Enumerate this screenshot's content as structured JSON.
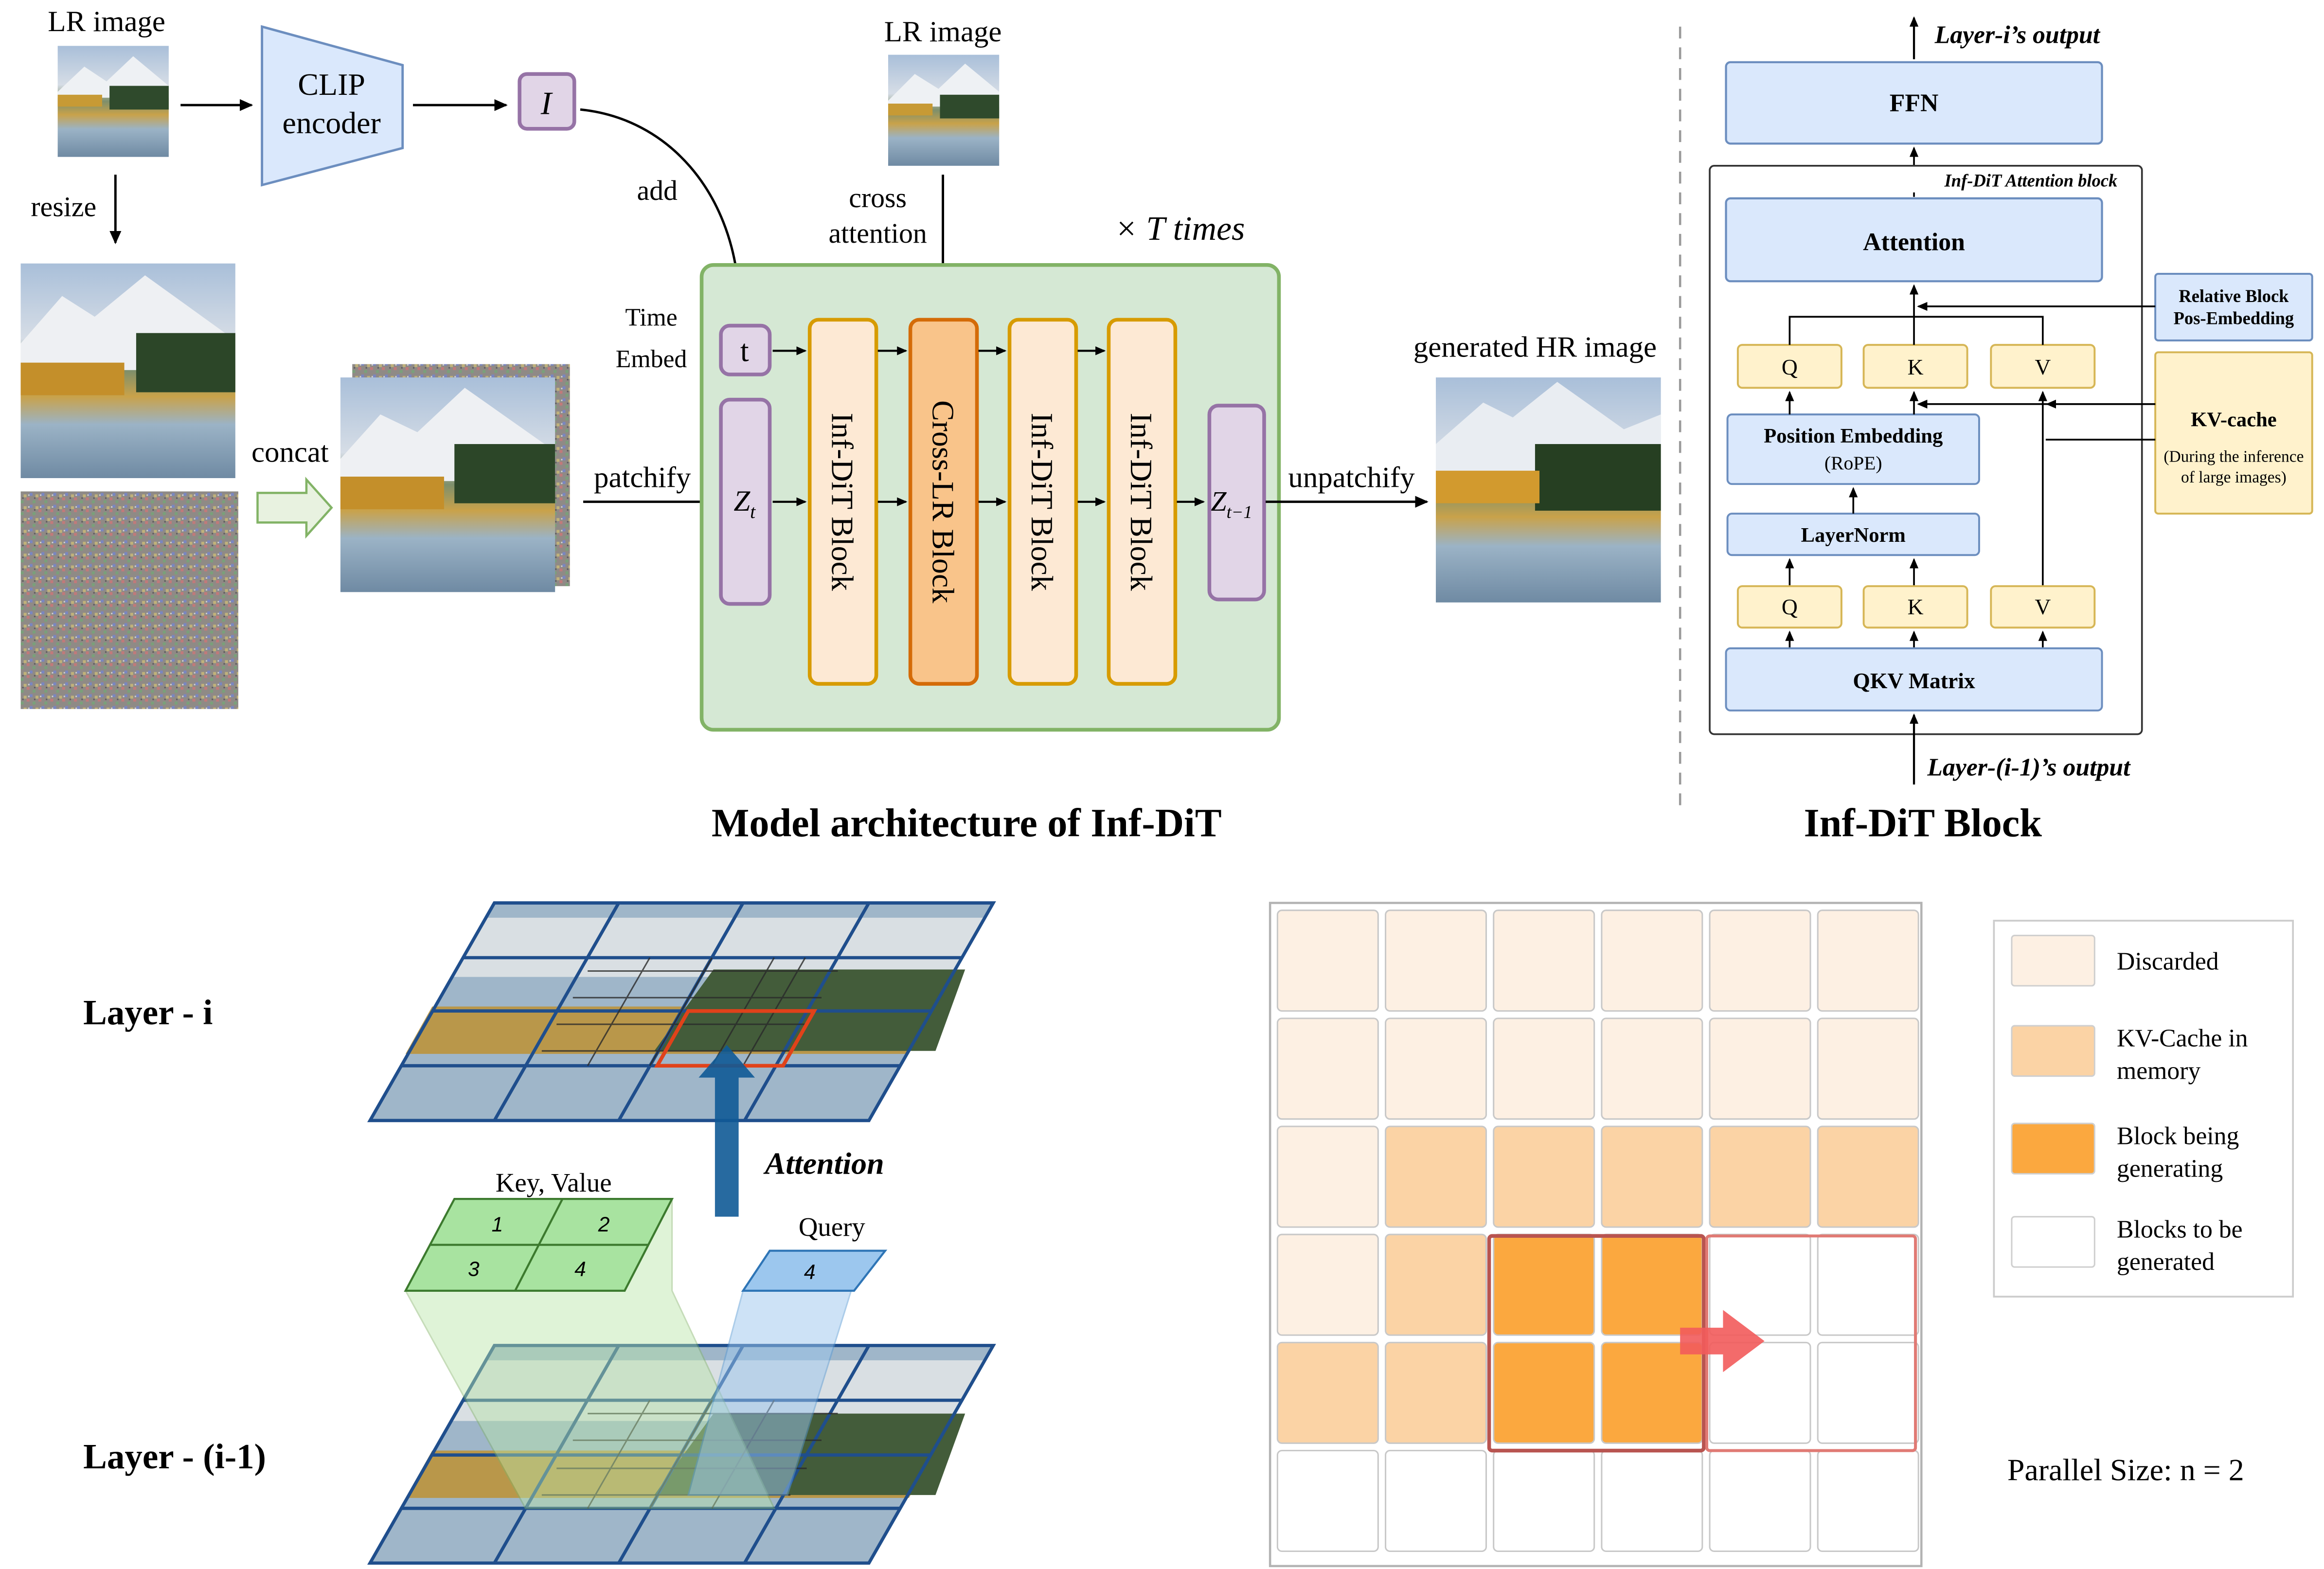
{
  "top_left": {
    "lr_image_label": "LR image",
    "clip_encoder": [
      "CLIP",
      "encoder"
    ],
    "image_token": "I",
    "resize_label": "resize",
    "concat_label": "concat",
    "add_label": "add",
    "lr_image_label_2": "LR image",
    "cross_attention_label": [
      "cross",
      "attention"
    ],
    "times_label": "× T times",
    "time_embed_label": [
      "Time",
      "Embed"
    ],
    "t_token": "t",
    "patchify_label": "patchify",
    "unpatchify_label": "unpatchify",
    "zt_label": "Z",
    "zt_sub": "t",
    "zt1_label": "Z",
    "zt1_sub": "t−1",
    "blocks": [
      "Inf-DiT Block",
      "Cross-LR Block",
      "Inf-DiT Block",
      "Inf-DiT Block"
    ],
    "generated_label": "generated HR image",
    "caption": "Model architecture of Inf-DiT"
  },
  "top_right": {
    "layer_i_output": "Layer-i’s output",
    "ffn": "FFN",
    "attention_block_title": "Inf-DiT Attention block",
    "attention": "Attention",
    "relative_pos": [
      "Relative Block",
      "Pos-Embedding"
    ],
    "q": "Q",
    "k": "K",
    "v": "V",
    "kv_cache": "KV-cache",
    "kv_cache_note": [
      "(During the inference",
      "of large images)"
    ],
    "position_embedding": "Position Embedding",
    "rope": "(RoPE)",
    "layernorm": "LayerNorm",
    "qkv_matrix": "QKV Matrix",
    "layer_prev_output": "Layer-(i-1)’s output",
    "caption": "Inf-DiT Block"
  },
  "bottom_left": {
    "layer_i": "Layer - i",
    "layer_prev": "Layer - (i-1)",
    "attention": "Attention",
    "key_value": "Key, Value",
    "query": "Query",
    "kv_numbers": [
      "1",
      "2",
      "3",
      "4"
    ],
    "query_number": "4"
  },
  "bottom_right": {
    "grid_states": [
      [
        "discarded",
        "discarded",
        "discarded",
        "discarded",
        "discarded",
        "discarded"
      ],
      [
        "discarded",
        "discarded",
        "discarded",
        "discarded",
        "discarded",
        "discarded"
      ],
      [
        "discarded",
        "kv",
        "kv",
        "kv",
        "kv",
        "kv"
      ],
      [
        "discarded",
        "kv",
        "gen",
        "gen",
        "todo",
        "todo"
      ],
      [
        "kv",
        "kv",
        "gen",
        "gen",
        "todo",
        "todo"
      ],
      [
        "todo",
        "todo",
        "todo",
        "todo",
        "todo",
        "todo"
      ]
    ],
    "legend": [
      {
        "key": "discarded",
        "label": [
          "Discarded"
        ],
        "color": "#fdf0e3"
      },
      {
        "key": "kv",
        "label": [
          "KV-Cache in",
          "memory"
        ],
        "color": "#fbd3a5"
      },
      {
        "key": "gen",
        "label": [
          "Block being",
          "generating"
        ],
        "color": "#fba83f"
      },
      {
        "key": "todo",
        "label": [
          "Blocks to be",
          "generated"
        ],
        "color": "#ffffff"
      }
    ],
    "parallel_size": "Parallel Size: n = 2"
  },
  "colors": {
    "green_panel": "#d5e8d4",
    "green_border": "#82b366",
    "block_fill": "#fde9d4",
    "block_border": "#d79b00",
    "cross_fill": "#f9c48a",
    "cross_border": "#d46b08",
    "purple_fill": "#e1d5e7",
    "purple_border": "#9673a6",
    "blue_fill": "#dae8fc",
    "blue_border": "#6c8ebf",
    "yellow_fill": "#fff2cc",
    "yellow_border": "#d6b656",
    "grid_border": "#b85450"
  }
}
